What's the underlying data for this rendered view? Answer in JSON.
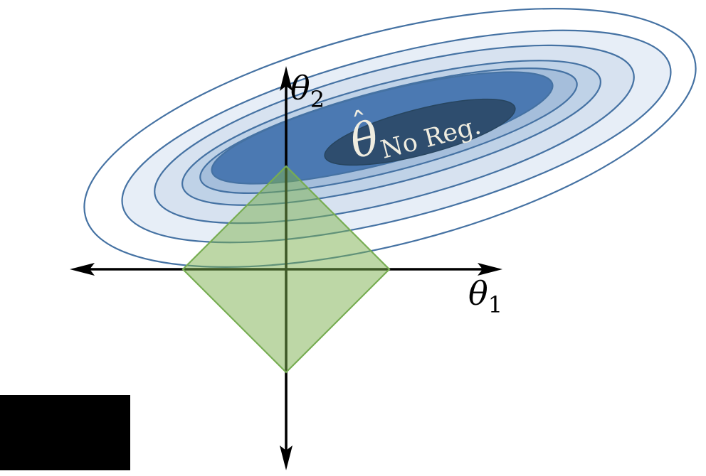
{
  "figure": {
    "type": "l1-regularization-contour-diagram",
    "x_axis": {
      "symbol": "θ",
      "subscript": "1"
    },
    "y_axis": {
      "symbol": "θ",
      "subscript": "2"
    },
    "optimum": {
      "hat": "ˆ",
      "symbol": "θ",
      "subscript": "No Reg."
    },
    "colors": {
      "contour_stroke": "#4572a3",
      "band_l2": "#e7eef7",
      "band_l3": "#d7e2f0",
      "band_l4": "#bfd2e7",
      "band_l5": "#a5bedb",
      "band_l6": "#4b79b2",
      "inner_fill": "#2e4d6e",
      "inner_stroke": "#27455f",
      "diamond_fill": "#7baf4d",
      "diamond_opacity": "0.5",
      "diamond_stroke": "#77ad52",
      "axis": "#000000",
      "optimum_text": "#f0ede0",
      "redaction": "#000000"
    }
  }
}
